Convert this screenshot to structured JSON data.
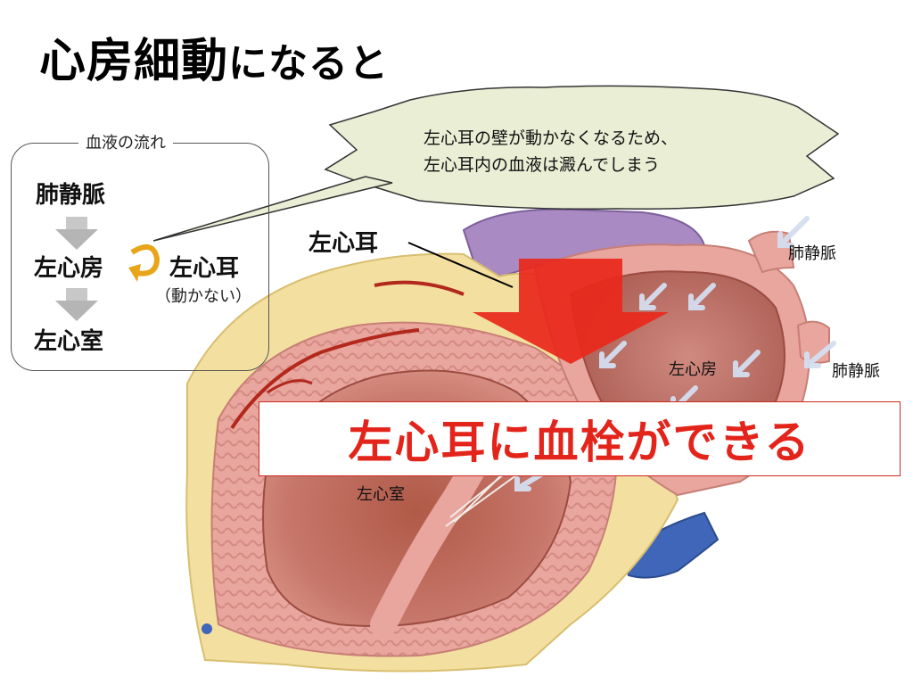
{
  "title": {
    "main": "心房細動",
    "rest": "になると"
  },
  "flow": {
    "heading": "血液の流れ",
    "step1": "肺静脈",
    "step2": "左心房",
    "step2b": "左心耳",
    "step2b_note": "（動かない）",
    "step3": "左心室"
  },
  "callout": {
    "line1": "左心耳の壁が動かなくなるため、",
    "line2": "左心耳内の血液は澱んでしまう"
  },
  "labels": {
    "left_atrial_appendage": "左心耳",
    "pulmonary_vein_1": "肺静脈",
    "pulmonary_vein_2": "肺静脈",
    "left_atrium": "左心房",
    "left_ventricle": "左心室"
  },
  "result": "左心耳に血栓ができる",
  "colors": {
    "red_arrow": "#e8291c",
    "result_text": "#e3241b",
    "callout_fill": "#e9eed5",
    "flow_arrow": "#b5b5b5",
    "curve_arrow": "#e8a51a"
  }
}
